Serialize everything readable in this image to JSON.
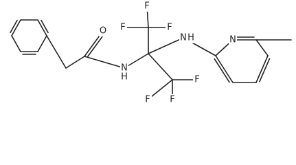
{
  "molecule": {
    "atom_labels": {
      "O": "O",
      "N_amide": "N",
      "H_amide": "H",
      "N_amine": "N",
      "H_amine": "H",
      "N_pyridine": "N",
      "F": "F"
    }
  }
}
